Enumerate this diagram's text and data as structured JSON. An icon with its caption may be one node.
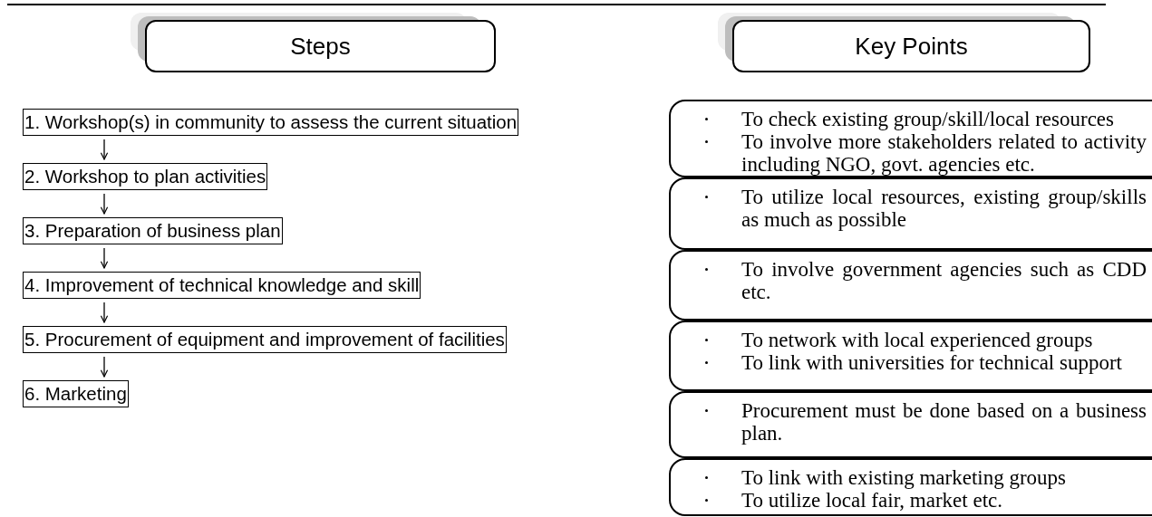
{
  "diagram": {
    "nodes": [
      {
        "text": [
          "Steps"
        ]
      },
      {
        "text": [
          "Key Points"
        ]
      },
      {
        "text": [
          "1. Workshop(s) in community to assess the current situation"
        ]
      },
      {
        "text": [
          "2. Workshop to plan activities"
        ]
      },
      {
        "text": [
          "3. Preparation of business plan"
        ]
      },
      {
        "text": [
          "4. Improvement of technical knowledge and skill"
        ]
      },
      {
        "text": [
          "5. Procurement of equipment and improvement of facilities"
        ]
      },
      {
        "text": [
          "6. Marketing"
        ]
      },
      {
        "text": [
          "To check existing group/skill/local resources",
          "To involve more stakeholders related to activity including NGO, govt. agencies etc."
        ]
      },
      {
        "text": [
          "To utilize local resources, existing group/skills as much as possible"
        ]
      },
      {
        "text": [
          "To involve government agencies such as CDD etc."
        ]
      },
      {
        "text": [
          "To network with local experienced groups",
          "To link with universities for technical support"
        ]
      },
      {
        "text": [
          "Procurement must be done based on a business plan."
        ]
      },
      {
        "text": [
          "To link with existing marketing groups",
          "To utilize local fair, market etc."
        ]
      }
    ],
    "edges": [
      {
        "from": 2,
        "to": 3,
        "arrow": "to"
      },
      {
        "from": 3,
        "to": 4,
        "arrow": "to"
      },
      {
        "from": 4,
        "to": 5,
        "arrow": "to"
      },
      {
        "from": 5,
        "to": 6,
        "arrow": "to"
      },
      {
        "from": 6,
        "to": 7,
        "arrow": "to"
      }
    ]
  }
}
